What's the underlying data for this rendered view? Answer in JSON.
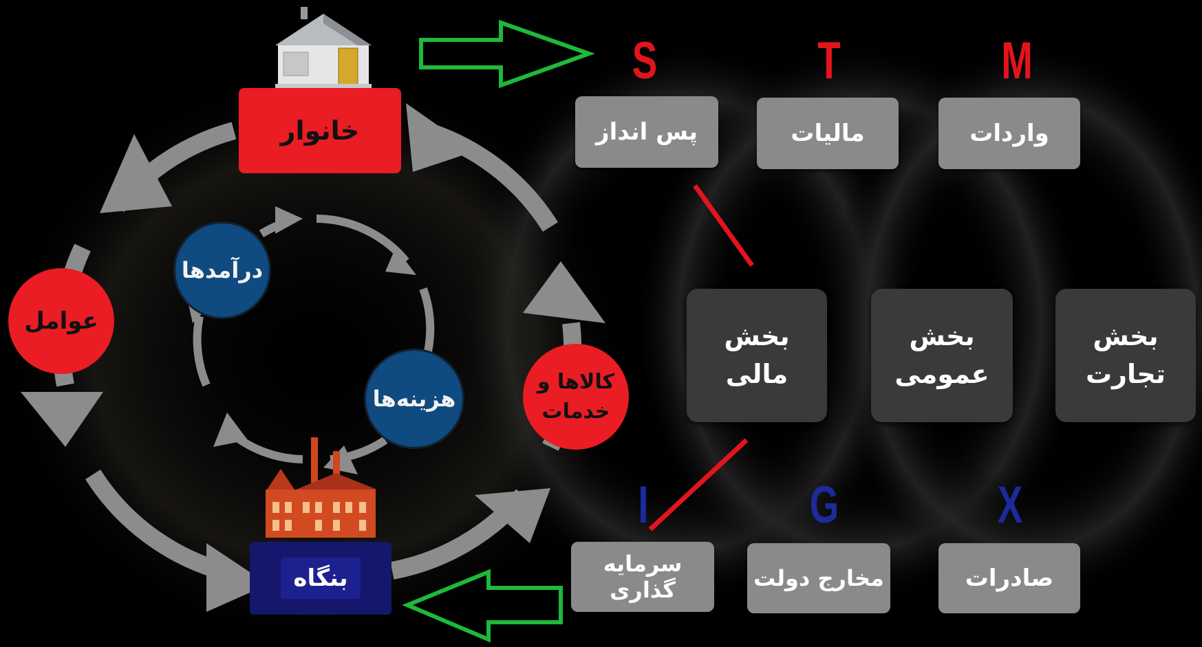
{
  "colors": {
    "background": "#000000",
    "red": "#ea1c24",
    "navy": "#14176b",
    "blue_circle": "#0f4a80",
    "gray_box": "#8a8a8a",
    "dark_box": "#3a3a3a",
    "arrow_gray": "#8c8c8c",
    "green_arrow": "#1fb83a",
    "letter_red": "#e3141c",
    "letter_blue": "#1c2a9c"
  },
  "icons": {
    "household": "house-icon",
    "firm": "factory-icon"
  },
  "circular_flow": {
    "household": "خانوار",
    "firm": "بنگاه",
    "factors": "عوامل",
    "goods_services": "کالاها و\nخدمات",
    "incomes": "درآمدها",
    "costs": "هزینه‌ها"
  },
  "letters": {
    "top": [
      "S",
      "T",
      "M"
    ],
    "bottom": [
      "I",
      "G",
      "X"
    ]
  },
  "leakages": [
    "پس انداز",
    "مالیات",
    "واردات"
  ],
  "sectors": [
    "بخش\nمالی",
    "بخش\nعمومی",
    "بخش\nتجارت"
  ],
  "injections": [
    "سرمایه گذاری",
    "مخارج دولت",
    "صادرات"
  ]
}
